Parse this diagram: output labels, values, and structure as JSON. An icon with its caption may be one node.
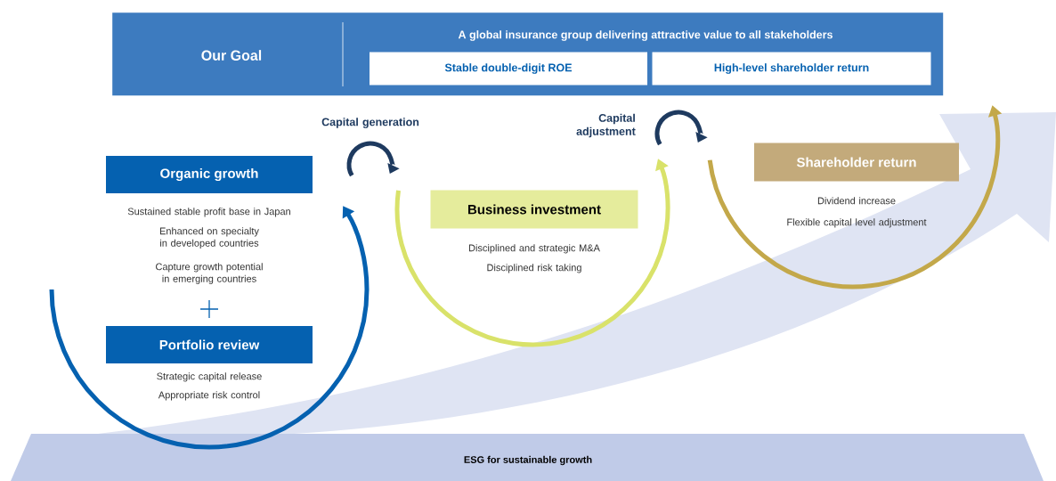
{
  "diagram": {
    "nodes": [
      {
        "text": [
          "Our Goal",
          "A global insurance group delivering attractive value to all stakeholders"
        ]
      },
      {
        "text": [
          "Stable double-digit ROE"
        ],
        "in": 0
      },
      {
        "text": [
          "High-level shareholder return"
        ],
        "in": 0
      },
      {
        "text": [
          "Organic growth"
        ],
        "beside": [
          "Sustained stable profit base in Japan",
          "Enhanced on specialty in developed countries",
          "Capture growth potential in emerging countries"
        ]
      },
      {
        "text": [
          "Portfolio review"
        ],
        "beside": [
          "Strategic capital release",
          "Appropriate risk control"
        ]
      },
      {
        "text": [
          "Business investment"
        ],
        "beside": [
          "Disciplined and strategic M&A",
          "Disciplined risk taking"
        ]
      },
      {
        "text": [
          "Shareholder return"
        ],
        "beside": [
          "Dividend increase",
          "Flexible capital level adjustment"
        ]
      },
      {
        "text": [
          "ESG for sustainable growth"
        ]
      }
    ],
    "labels": [
      "Capital generation",
      "Capital adjustment"
    ]
  }
}
